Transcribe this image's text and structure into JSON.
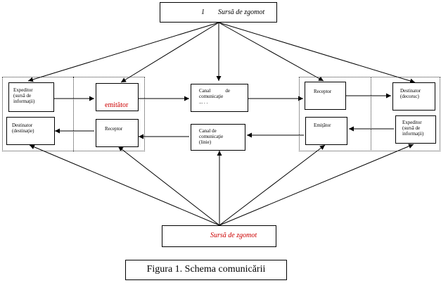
{
  "top_noise": {
    "number": "1",
    "label": "Sursă de zgomot"
  },
  "bottom_noise": {
    "label": "Sursă de zgomot"
  },
  "left_top_box": {
    "line1": "Expeditor",
    "line2": "(sursă de",
    "line3": "informaţii)"
  },
  "emitter_box": {
    "label": "emitător"
  },
  "channel_top_box": {
    "line1": "Canal            de",
    "line2": "comunicaţie",
    "line3": "... . ."
  },
  "right_receiver_box": {
    "label": "Receptor"
  },
  "right_dest_box": {
    "line1": "Destinator",
    "line2": "(decoruc)"
  },
  "left_dest_box": {
    "line1": "Destinator",
    "line2": "(destinaţie)"
  },
  "left_receiver_box": {
    "label": "Receptor"
  },
  "channel_bottom_box": {
    "line1": "Canal de",
    "line2": "comunicaţie",
    "line3": "(linie)"
  },
  "right_emitter_box": {
    "label": "Emiţător"
  },
  "right_sender_box": {
    "line1": "Expeditor",
    "line2": "(sursă de",
    "line3": "informaţii)"
  },
  "caption": {
    "text": "Figura 1. Schema comunicării"
  },
  "colors": {
    "accent_red": "#cc0000",
    "line": "#000000"
  }
}
